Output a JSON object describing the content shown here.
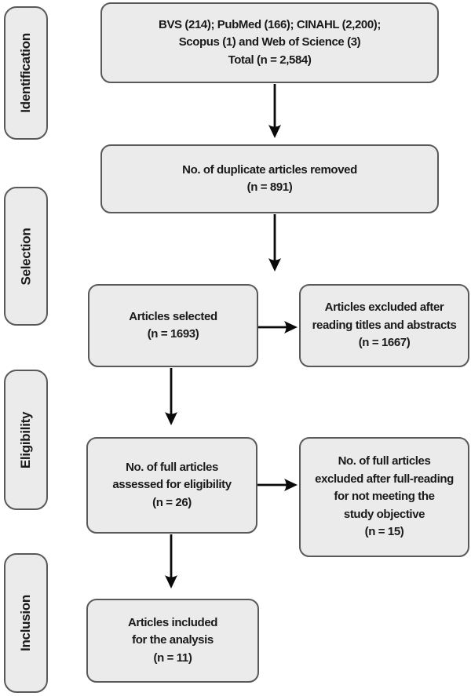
{
  "colors": {
    "box_fill": "#ebebeb",
    "box_border": "#58595b",
    "arrow": "#0a0a0a",
    "background": "#ffffff"
  },
  "sidebar": {
    "stages": [
      {
        "label": "Identification"
      },
      {
        "label": "Selection"
      },
      {
        "label": "Eligibility"
      },
      {
        "label": "Inclusion"
      }
    ]
  },
  "flow": {
    "boxes": [
      {
        "id": "sources-total",
        "lines": [
          "BVS (214); PubMed (166); CINAHL (2,200);",
          "Scopus (1) and Web of Science (3)",
          "Total (n = 2,584)"
        ]
      },
      {
        "id": "duplicates-removed",
        "lines": [
          "No. of duplicate articles removed",
          "(n = 891)"
        ]
      },
      {
        "id": "articles-selected",
        "lines": [
          "Articles selected",
          "(n = 1693)"
        ]
      },
      {
        "id": "excluded-titles-abstracts",
        "lines": [
          "Articles excluded after",
          "reading titles and abstracts",
          "(n = 1667)"
        ]
      },
      {
        "id": "full-articles-assessed",
        "lines": [
          "No. of full articles",
          "assessed for eligibility",
          "(n = 26)"
        ]
      },
      {
        "id": "excluded-full-reading",
        "lines": [
          "No. of full articles",
          "excluded after full-reading",
          "for not meeting the",
          "study objective",
          "(n = 15)"
        ]
      },
      {
        "id": "included-for-analysis",
        "lines": [
          "Articles included",
          "for the analysis",
          "(n = 11)"
        ]
      }
    ]
  }
}
